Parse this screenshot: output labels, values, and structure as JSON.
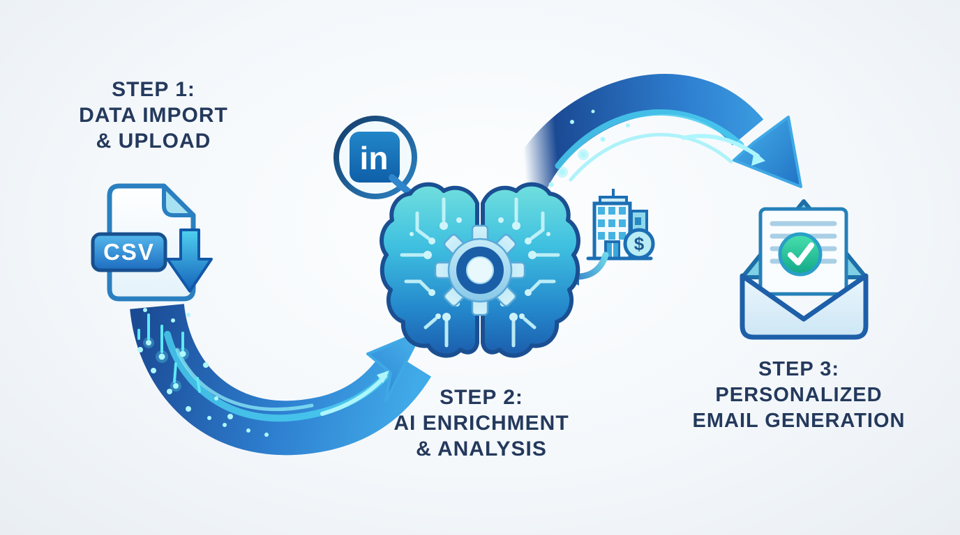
{
  "steps": [
    {
      "id": "step-1",
      "lines": [
        "STEP 1:",
        "DATA IMPORT",
        "& UPLOAD"
      ]
    },
    {
      "id": "step-2",
      "lines": [
        "STEP 2:",
        "AI ENRICHMENT",
        "& ANALYSIS"
      ]
    },
    {
      "id": "step-3",
      "lines": [
        "STEP 3:",
        "PERSONALIZED",
        "EMAIL GENERATION"
      ]
    }
  ],
  "icons": {
    "csv_file": {
      "label": "CSV",
      "name": "csv-file-download-icon"
    },
    "linkedin": {
      "label": "in",
      "name": "linkedin-icon"
    },
    "ai_brain": {
      "name": "ai-brain-gear-icon"
    },
    "company": {
      "label": "$",
      "name": "company-building-dollar-icon"
    },
    "email": {
      "name": "email-checkmark-icon"
    }
  },
  "colors": {
    "background": "#f2f6fa",
    "heading_text": "#24395c",
    "arrow_dark": "#1b4a94",
    "arrow_mid": "#2e7fd0",
    "arrow_light": "#41aae8",
    "glow_cyan": "#5ee8f5",
    "brain_top": "#6fdede",
    "brain_bottom": "#1b5cac",
    "linkedin_blue": "#1178b5",
    "check_green": "#1fc393"
  }
}
